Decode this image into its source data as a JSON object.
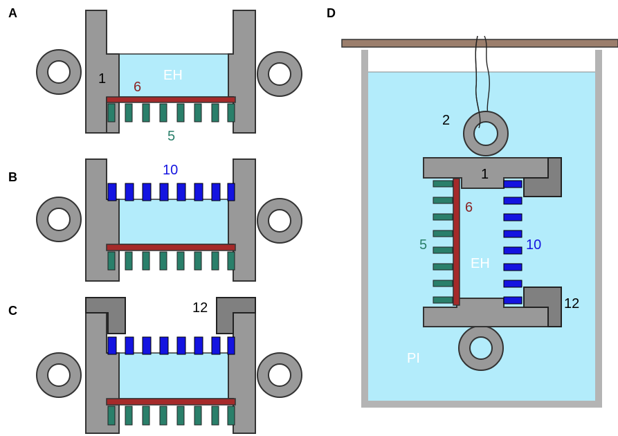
{
  "panels": {
    "a": "A",
    "b": "B",
    "c": "C",
    "d": "D"
  },
  "labels": {
    "holder": "1",
    "hook_ring": "2",
    "membrane_stalks": "5",
    "membrane": "6",
    "electrode_bars": "10",
    "clamp": "12",
    "eh": "EH",
    "pi": "PI"
  },
  "colors": {
    "frame": "#999999",
    "frame_stroke": "#333333",
    "clamp": "#808080",
    "liquid": "#b3ecfb",
    "membrane": "#a52a2a",
    "stalks": "#2a7f6a",
    "electrodes": "#1414e0",
    "lid": "#9b7e6c",
    "tank": "#b4b4b4",
    "label_6": "#8b2323",
    "label_5": "#2a7f6a",
    "label_10": "#1414e0"
  }
}
